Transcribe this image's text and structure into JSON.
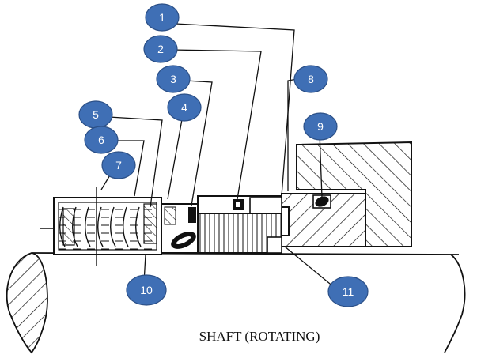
{
  "shaft_label": "SHAFT (ROTATING)",
  "callouts": [
    "1",
    "2",
    "3",
    "4",
    "5",
    "6",
    "7",
    "8",
    "9",
    "10",
    "11"
  ],
  "colors": {
    "callout_fill": "#3f6fb5",
    "callout_stroke": "#2b4f86",
    "line": "#111111",
    "background": "#ffffff"
  }
}
